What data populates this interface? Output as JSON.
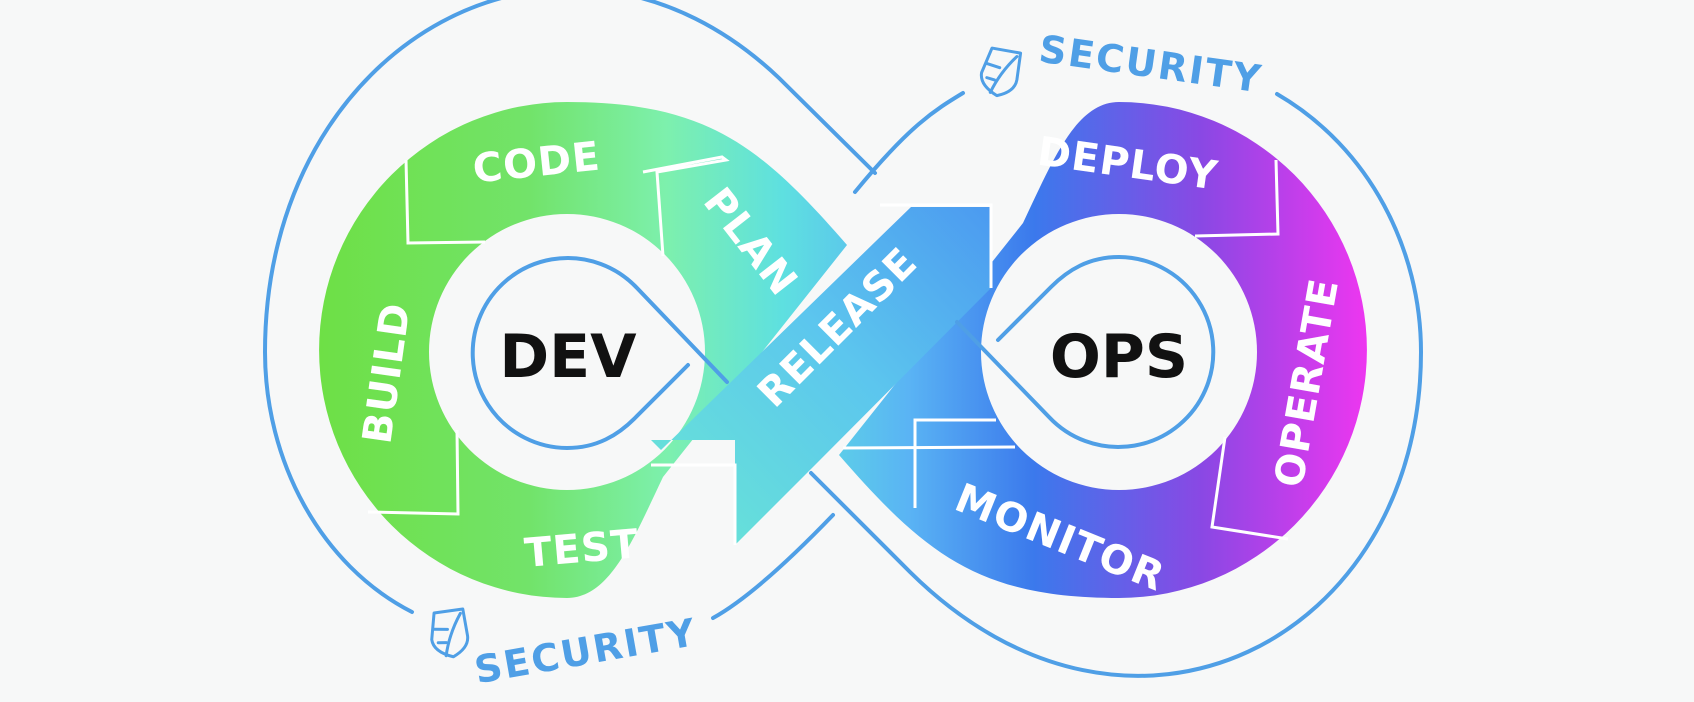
{
  "center": {
    "left": "DEV",
    "right": "OPS"
  },
  "stages": {
    "plan": "PLAN",
    "code": "CODE",
    "build": "BUILD",
    "test": "TEST",
    "release": "RELEASE",
    "deploy": "DEPLOY",
    "operate": "OPERATE",
    "monitor": "MONITOR"
  },
  "security": {
    "top": "SECURITY",
    "bottom": "SECURITY"
  },
  "colors": {
    "green": "#6ee046",
    "mint": "#7df0ad",
    "cyan": "#5ee0e0",
    "sky": "#5ab4f4",
    "blue": "#3b79ec",
    "violet": "#8a48e4",
    "magenta": "#ef36f0",
    "outline": "#4f9fe6",
    "background": "#f7f8f8"
  },
  "icons": {
    "security": "shield-leaf-icon"
  }
}
